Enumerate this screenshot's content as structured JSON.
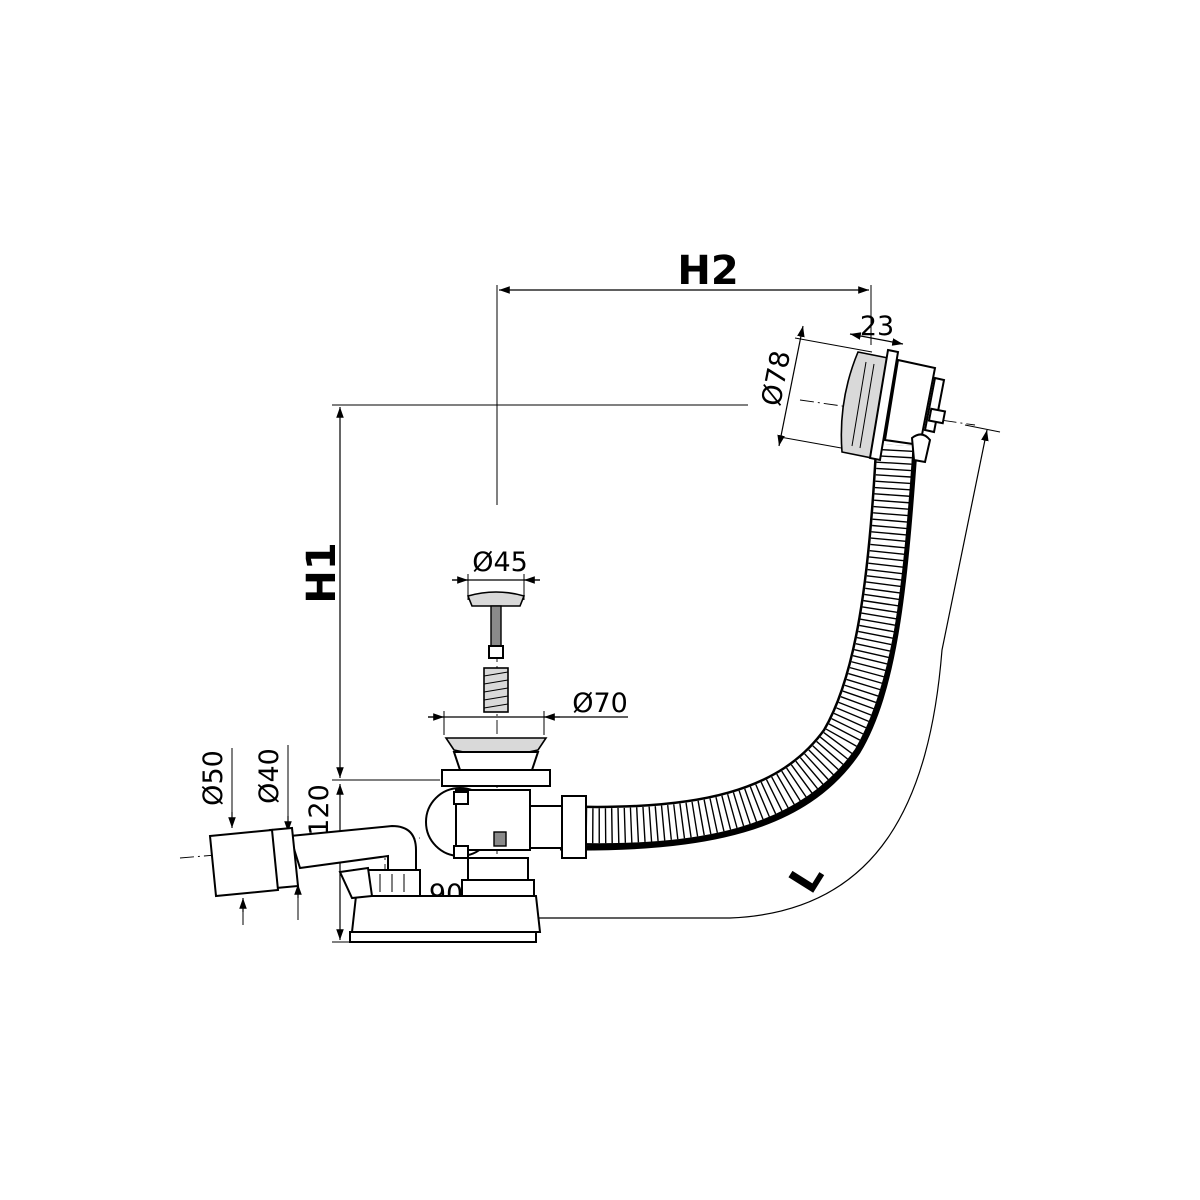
{
  "dimensions": {
    "h2": "H2",
    "h1": "H1",
    "l": "L",
    "d78": "Ø78",
    "d23": "23",
    "d45": "Ø45",
    "d70": "Ø70",
    "d50": "Ø50",
    "d40": "Ø40",
    "d120": "120",
    "d90": "90"
  },
  "colors": {
    "line": "#000000",
    "fill_light": "#d9d9d9",
    "fill_dark": "#8a8a8a",
    "background": "#ffffff"
  }
}
